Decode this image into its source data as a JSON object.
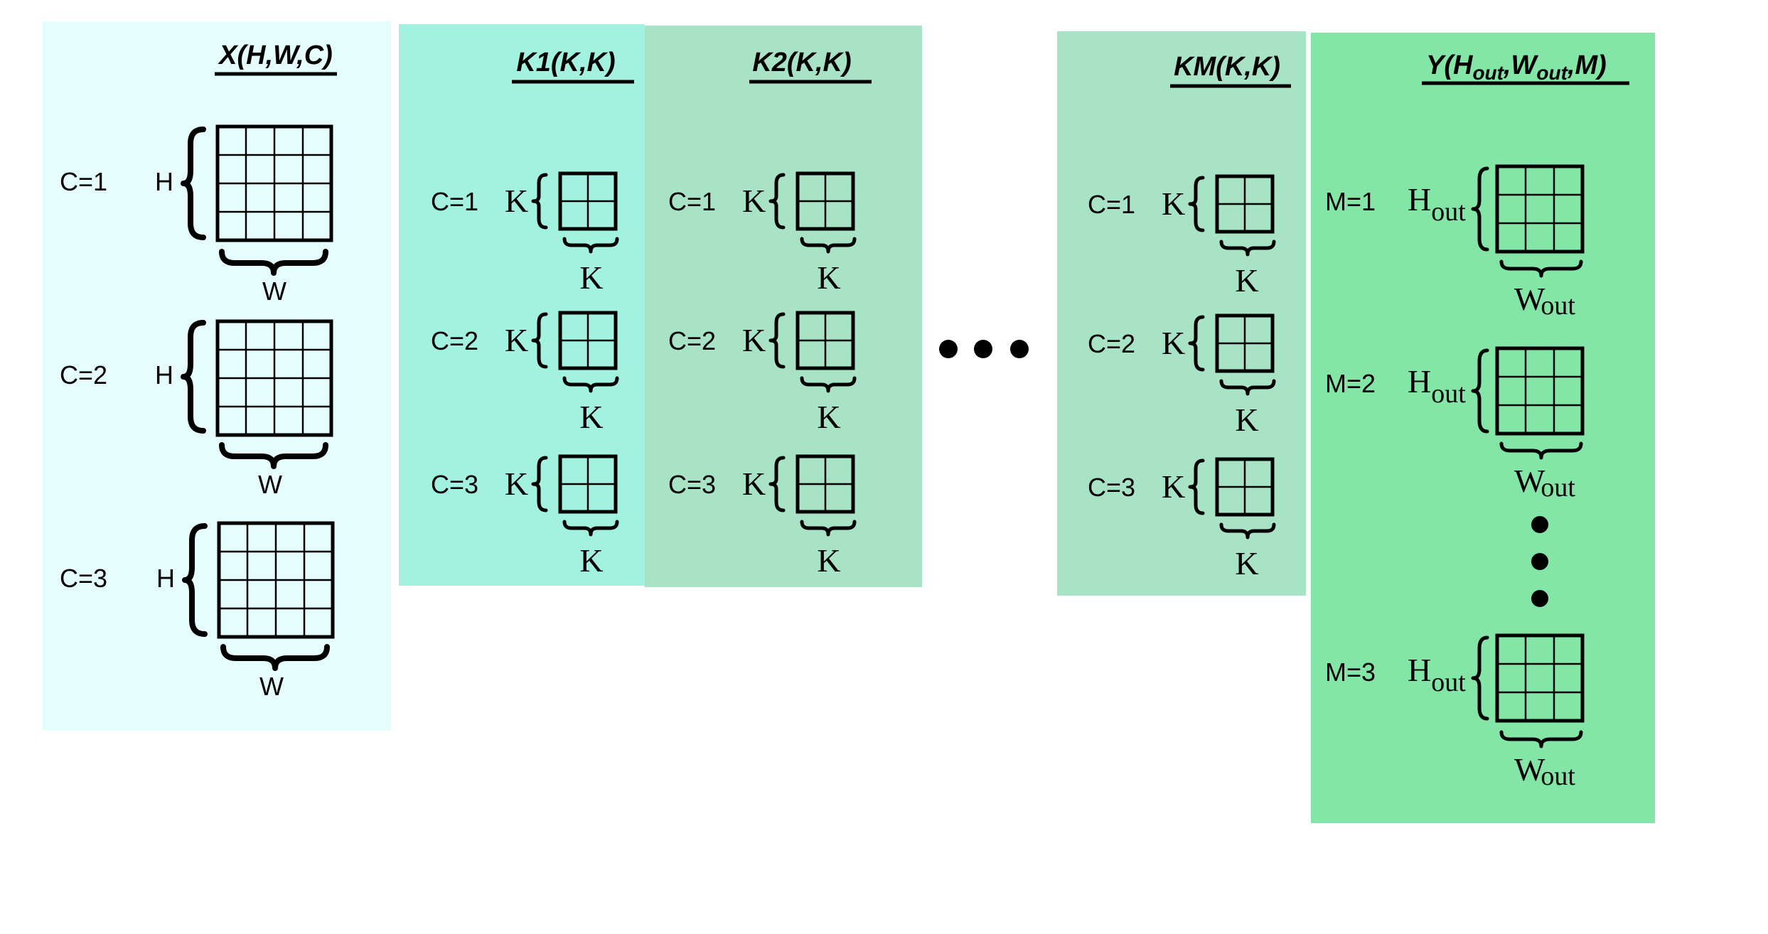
{
  "colors": {
    "input_panel": "#e6fdfd",
    "kernel1_panel": "#a2f2df",
    "kernel2_panel": "#a8e3c6",
    "kernelM_panel": "#a8e3c6",
    "output_panel": "#84e6a6"
  },
  "input": {
    "title": "X(H,W,C)",
    "channels": [
      {
        "label": "C=1",
        "h": "H",
        "w": "W"
      },
      {
        "label": "C=2",
        "h": "H",
        "w": "W"
      },
      {
        "label": "C=3",
        "h": "H",
        "w": "W"
      }
    ]
  },
  "kernel1": {
    "title": "K1(K,K)",
    "channels": [
      {
        "label": "C=1",
        "h": "K",
        "w": "K"
      },
      {
        "label": "C=2",
        "h": "K",
        "w": "K"
      },
      {
        "label": "C=3",
        "h": "K",
        "w": "K"
      }
    ]
  },
  "kernel2": {
    "title": "K2(K,K)",
    "channels": [
      {
        "label": "C=1",
        "h": "K",
        "w": "K"
      },
      {
        "label": "C=2",
        "h": "K",
        "w": "K"
      },
      {
        "label": "C=3",
        "h": "K",
        "w": "K"
      }
    ]
  },
  "kernelM": {
    "title": "KM(K,K)",
    "channels": [
      {
        "label": "C=1",
        "h": "K",
        "w": "K"
      },
      {
        "label": "C=2",
        "h": "K",
        "w": "K"
      },
      {
        "label": "C=3",
        "h": "K",
        "w": "K"
      }
    ]
  },
  "output": {
    "title_main": "Y(H",
    "title_sub1": "out",
    "title_mid": ",W",
    "title_sub2": "out",
    "title_end": ",M)",
    "maps": [
      {
        "label": "M=1",
        "h": "H",
        "h_sub": "out",
        "w": "W",
        "w_sub": "out"
      },
      {
        "label": "M=2",
        "h": "H",
        "h_sub": "out",
        "w": "W",
        "w_sub": "out"
      },
      {
        "label": "M=3",
        "h": "H",
        "h_sub": "out",
        "w": "W",
        "w_sub": "out"
      }
    ]
  }
}
